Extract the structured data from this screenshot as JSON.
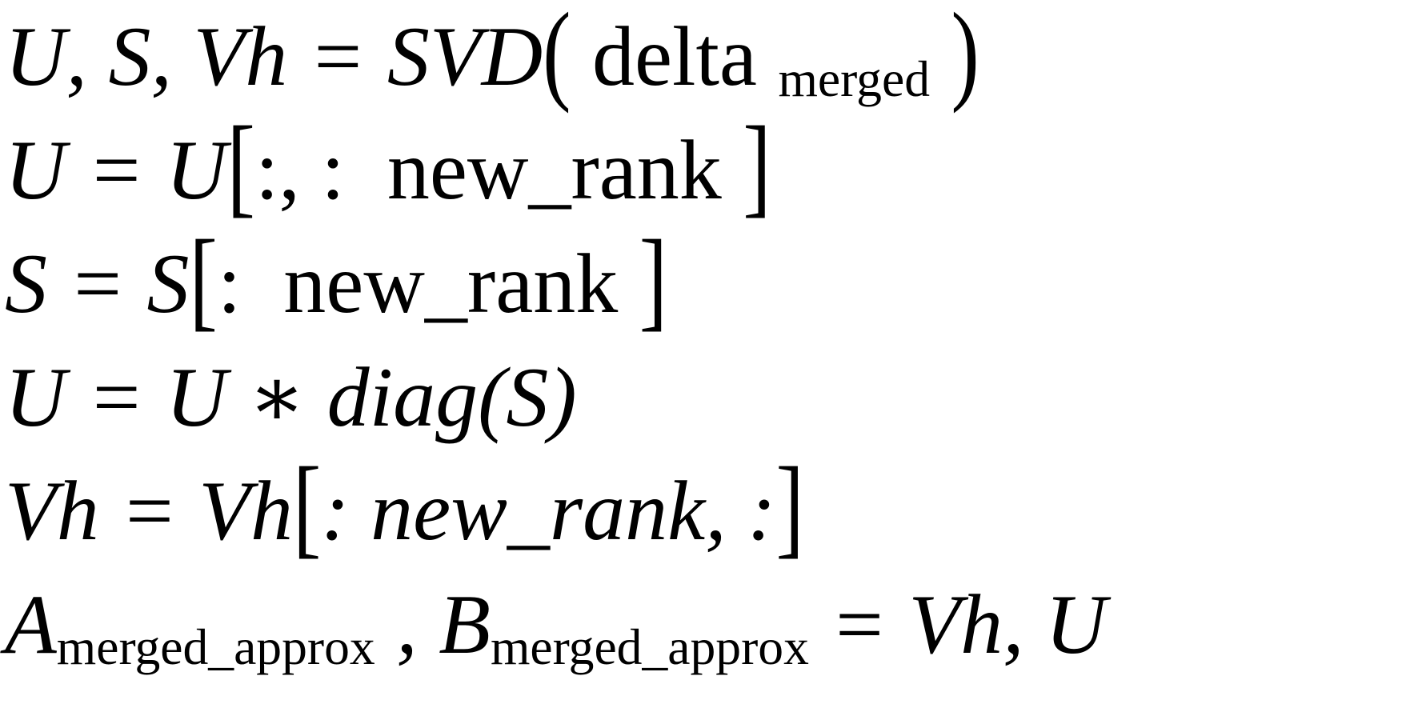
{
  "page": {
    "background_color": "#ffffff",
    "text_color": "#000000",
    "description": "Rendered math pseudocode for SVD-based low-rank merge approximation"
  },
  "equations": [
    {
      "name": "eq-svd-decomposition",
      "plain_text": "U, S, Vh = SVD( delta_merged )",
      "segments": [
        {
          "text": "U, S, Vh = SVD",
          "style": "it"
        },
        {
          "text": "(",
          "style": "paren"
        },
        {
          "text": " delta ",
          "style": "rm"
        },
        {
          "text": "merged",
          "style": "sub"
        },
        {
          "text": " ",
          "style": "rm"
        },
        {
          "text": ")",
          "style": "paren"
        }
      ]
    },
    {
      "name": "eq-u-truncate",
      "plain_text": "U = U[:, : new_rank ]",
      "segments": [
        {
          "text": "U = U",
          "style": "it"
        },
        {
          "text": "[",
          "style": "br"
        },
        {
          "text": ":, :  ",
          "style": "rm"
        },
        {
          "text": "new_rank ",
          "style": "rm"
        },
        {
          "text": "]",
          "style": "br"
        }
      ]
    },
    {
      "name": "eq-s-truncate",
      "plain_text": "S = S[: new_rank ]",
      "segments": [
        {
          "text": "S = S",
          "style": "it"
        },
        {
          "text": "[",
          "style": "br"
        },
        {
          "text": ":  new_rank ",
          "style": "rm"
        },
        {
          "text": "]",
          "style": "br"
        }
      ]
    },
    {
      "name": "eq-u-scale-by-singular-values",
      "plain_text": "U = U ∗ diag(S)",
      "segments": [
        {
          "text": "U = U ∗ diag(S)",
          "style": "it"
        }
      ]
    },
    {
      "name": "eq-vh-truncate",
      "plain_text": "Vh = Vh[: new_rank, :]",
      "segments": [
        {
          "text": "Vh = Vh",
          "style": "it"
        },
        {
          "text": "[",
          "style": "br"
        },
        {
          "text": ": new_rank, :",
          "style": "it"
        },
        {
          "text": "]",
          "style": "br"
        }
      ]
    },
    {
      "name": "eq-ab-approx-result",
      "plain_text": "A_merged_approx , B_merged_approx = Vh, U",
      "segments": [
        {
          "text": "A",
          "style": "it"
        },
        {
          "text": "merged_approx",
          "style": "sub"
        },
        {
          "text": " , B",
          "style": "it"
        },
        {
          "text": "merged_approx",
          "style": "sub"
        },
        {
          "text": " = Vh, U",
          "style": "it"
        }
      ]
    }
  ]
}
